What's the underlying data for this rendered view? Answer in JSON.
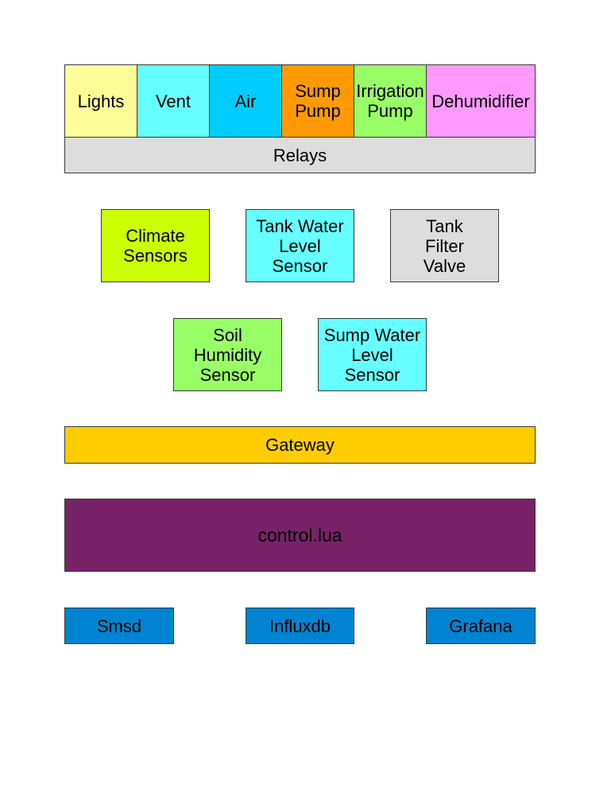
{
  "relay_row": {
    "lights": {
      "label": "Lights",
      "color": "#ffff99"
    },
    "vent": {
      "label": "Vent",
      "color": "#66ffff"
    },
    "air": {
      "label": "Air",
      "color": "#00ccff"
    },
    "sump_pump": {
      "label": "Sump\nPump",
      "color": "#ff9900"
    },
    "irrigation_pump": {
      "label": "Irrigation\nPump",
      "color": "#99ff66"
    },
    "dehumidifier": {
      "label": "Dehumidifier",
      "color": "#ff99ff"
    }
  },
  "relays": {
    "label": "Relays",
    "color": "#dddddd"
  },
  "sensors": {
    "climate": {
      "label": "Climate\nSensors",
      "color": "#ccff00"
    },
    "tank_level": {
      "label": "Tank Water\nLevel\nSensor",
      "color": "#66ffff"
    },
    "tank_valve": {
      "label": "Tank\nFilter\nValve",
      "color": "#dddddd"
    },
    "soil": {
      "label": "Soil\nHumidity\nSensor",
      "color": "#99ff66"
    },
    "sump_level": {
      "label": "Sump Water\nLevel\nSensor",
      "color": "#66ffff"
    }
  },
  "gateway": {
    "label": "Gateway",
    "color": "#ffcc00"
  },
  "control": {
    "label": "control.lua",
    "color": "#772266"
  },
  "services": {
    "smsd": {
      "label": "Smsd",
      "color": "#0084d1"
    },
    "influxdb": {
      "label": "Influxdb",
      "color": "#0084d1"
    },
    "grafana": {
      "label": "Grafana",
      "color": "#0084d1"
    }
  }
}
